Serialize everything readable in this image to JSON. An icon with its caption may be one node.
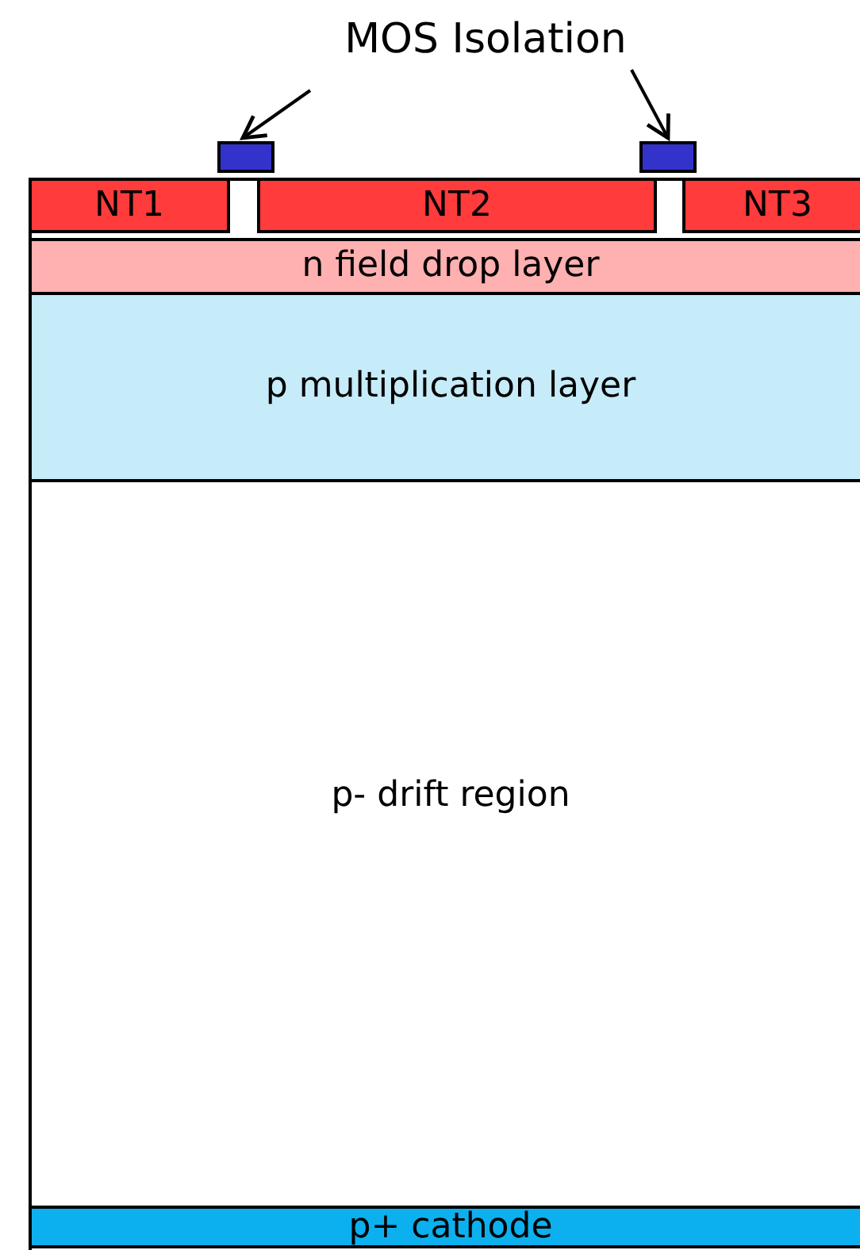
{
  "diagram": {
    "nodes": [
      {
        "text": [
          "MOS Isolation"
        ]
      },
      {
        "text": [],
        "shape": "box"
      },
      {
        "text": [],
        "shape": "box"
      },
      {
        "text": [
          "NT1"
        ]
      },
      {
        "text": [
          "NT2"
        ]
      },
      {
        "text": [
          "NT3"
        ]
      },
      {
        "text": [
          "n field drop layer"
        ]
      },
      {
        "text": [
          "p multiplication layer"
        ]
      },
      {
        "text": [
          "p- drift region"
        ]
      },
      {
        "text": [
          "p+ cathode"
        ]
      }
    ],
    "edges": [
      {
        "from": 0,
        "to": 1,
        "arrow": "to"
      },
      {
        "from": 0,
        "to": 2,
        "arrow": "to"
      }
    ]
  }
}
